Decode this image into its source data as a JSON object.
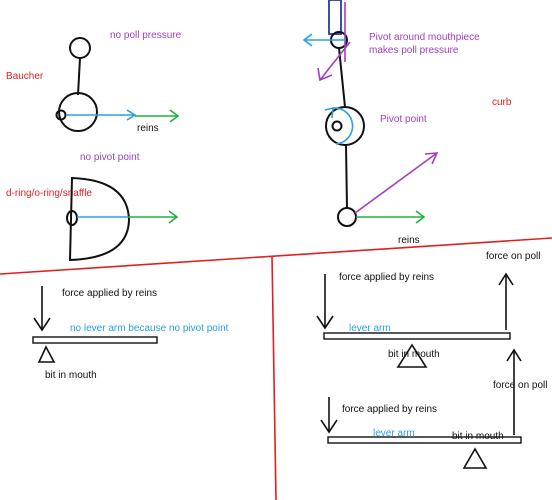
{
  "colors": {
    "ink": "#111111",
    "red": "#e02020",
    "purple": "#a040c0",
    "blue": "#2aa0e0",
    "green": "#20b040",
    "navy": "#2b3a9a"
  },
  "labels": {
    "baucher": "Baucher",
    "no_poll_pressure": "no poll pressure",
    "reins_baucher": "reins",
    "no_pivot_point": "no pivot point",
    "snaffle": "d-ring/o-ring/snaffle",
    "pivot_mouthpiece_line1": "Pivot around mouthpiece",
    "pivot_mouthpiece_line2": "makes poll pressure",
    "pivot_point": "Pivot point",
    "curb": "curb",
    "reins_curb": "reins",
    "force_reins_left": "force applied by reins",
    "no_lever_arm": "no lever arm because no pivot point",
    "bit_in_mouth_left": "bit in mouth",
    "force_reins_right_top": "force applied by reins",
    "lever_arm_top": "lever arm",
    "bit_in_mouth_top": "bit in mouth",
    "force_on_poll_top": "force on poll",
    "force_on_poll_bottom": "force on poll",
    "force_reins_right_bottom": "force applied by reins",
    "lever_arm_bottom": "lever arm",
    "bit_in_mouth_bottom": "bit in mouth"
  }
}
